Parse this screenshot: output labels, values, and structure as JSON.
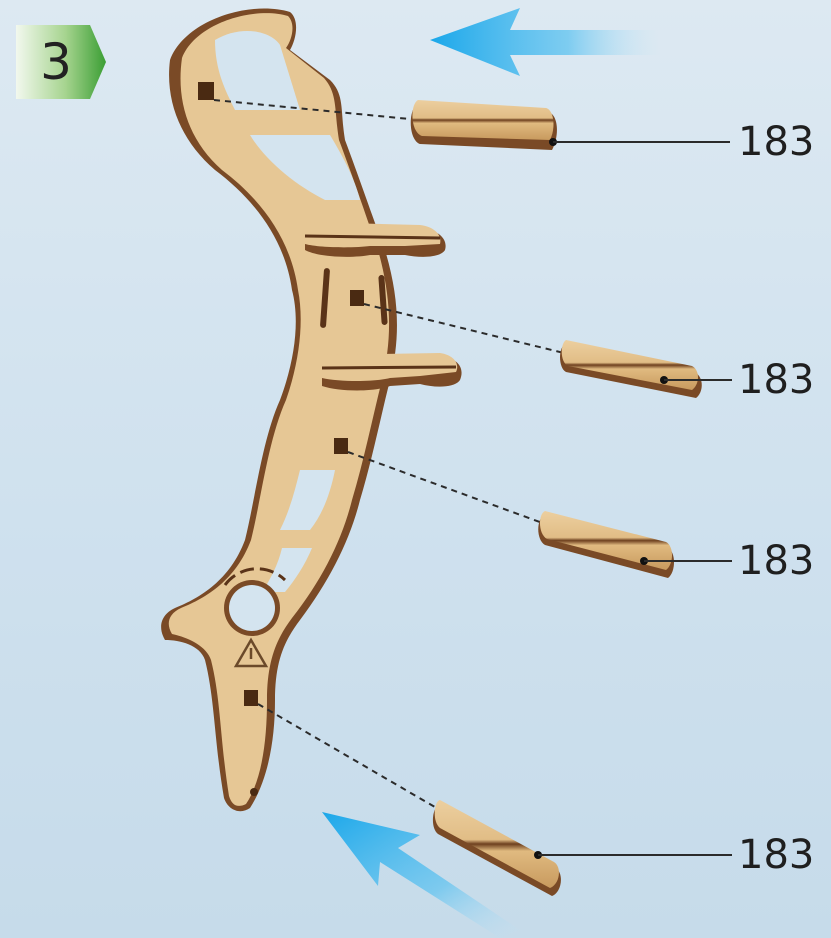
{
  "step": {
    "number": "3"
  },
  "parts": [
    {
      "id": "peg-1",
      "label": "183"
    },
    {
      "id": "peg-2",
      "label": "183"
    },
    {
      "id": "peg-3",
      "label": "183"
    },
    {
      "id": "peg-4",
      "label": "183"
    }
  ],
  "colors": {
    "wood_face": "#e6c795",
    "wood_edge": "#7a4a26",
    "wood_dark": "#5a3318",
    "arrow_blue": "#1aa7ea",
    "badge_green": "#3fa53a",
    "background": "#d4e4ef"
  },
  "icons": [
    "move-arrow-icon",
    "warning-icon"
  ]
}
